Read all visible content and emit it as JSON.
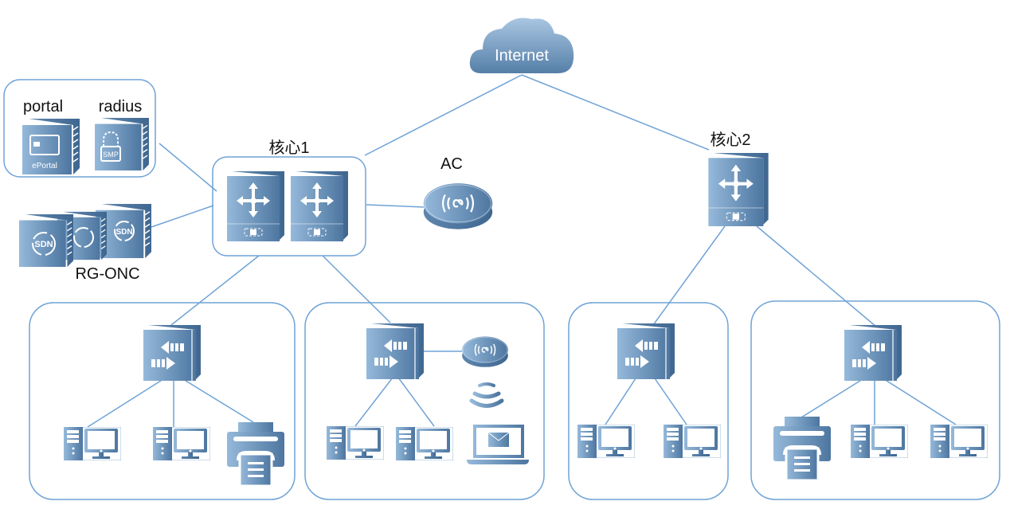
{
  "diagram": {
    "internet": {
      "label": "Internet",
      "icon": "cloud-icon"
    },
    "auth_group": {
      "portal_label": "portal",
      "portal_device_text": "ePortal",
      "radius_label": "radius",
      "radius_device_text": "SMP"
    },
    "controller": {
      "label": "RG-ONC",
      "device_text": "SDN"
    },
    "core1": {
      "label": "核心1"
    },
    "core2": {
      "label": "核心2"
    },
    "ac": {
      "label": "AC"
    },
    "colors": {
      "device_light": "#8fb4d6",
      "device_dark": "#4d76a0",
      "link": "#6fa3d6"
    },
    "access_groups": [
      {
        "devices": [
          "pc-icon",
          "pc-icon",
          "printer-icon"
        ]
      },
      {
        "devices": [
          "pc-icon",
          "pc-icon",
          "access-point-icon",
          "wifi-icon",
          "laptop-icon"
        ]
      },
      {
        "devices": [
          "pc-icon",
          "pc-icon"
        ]
      },
      {
        "devices": [
          "printer-icon",
          "pc-icon",
          "pc-icon"
        ]
      }
    ]
  }
}
